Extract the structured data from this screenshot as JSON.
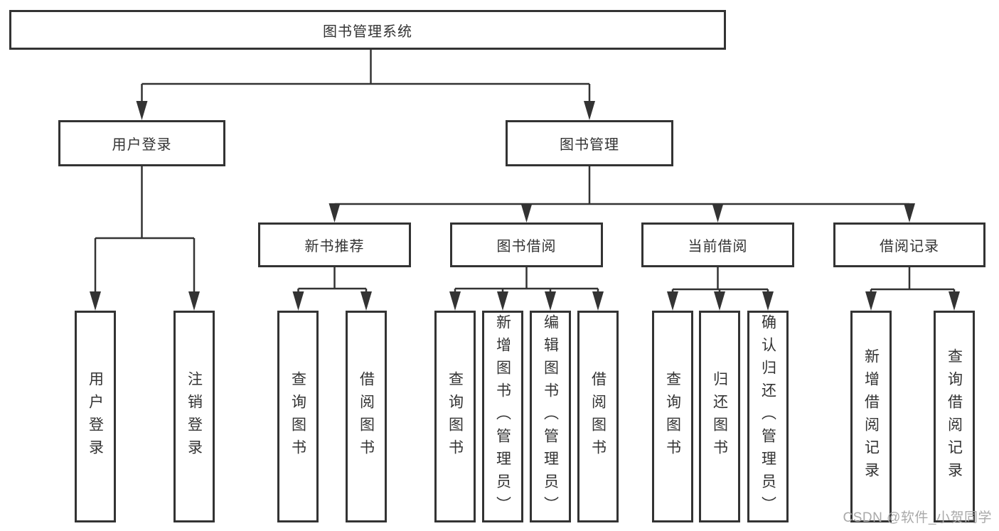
{
  "root": {
    "label": "图书管理系统"
  },
  "user_login": {
    "label": "用户登录",
    "children": [
      {
        "label": "用户登录"
      },
      {
        "label": "注销登录"
      }
    ]
  },
  "book_mgmt": {
    "label": "图书管理",
    "groups": [
      {
        "label": "新书推荐",
        "children": [
          {
            "label": "查询图书"
          },
          {
            "label": "借阅图书"
          }
        ]
      },
      {
        "label": "图书借阅",
        "children": [
          {
            "label": "查询图书"
          },
          {
            "label": "新增图书（管理员）"
          },
          {
            "label": "编辑图书（管理员）"
          },
          {
            "label": "借阅图书"
          }
        ]
      },
      {
        "label": "当前借阅",
        "children": [
          {
            "label": "查询图书"
          },
          {
            "label": "归还图书"
          },
          {
            "label": "确认归还（管理员）"
          }
        ]
      },
      {
        "label": "借阅记录",
        "children": [
          {
            "label": "新增借阅记录"
          },
          {
            "label": "查询借阅记录"
          }
        ]
      }
    ]
  },
  "watermark": "CSDN @软件_小贺同学",
  "colors": {
    "line": "#333333",
    "text": "#333333",
    "box_border": "#333333",
    "watermark": "#a9a9a9",
    "background": "#ffffff"
  }
}
